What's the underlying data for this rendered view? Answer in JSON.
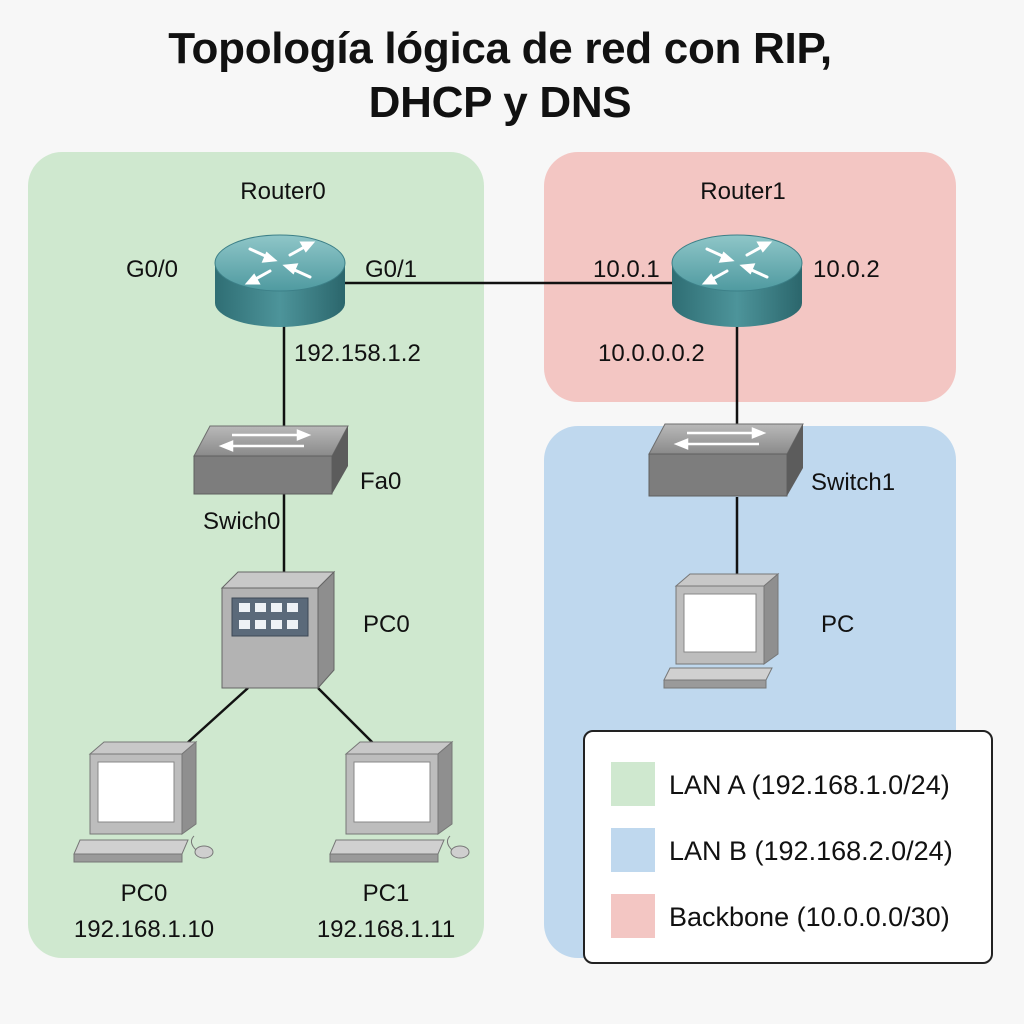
{
  "title": {
    "line1": "Topología lógica de red con RIP,",
    "line2": "DHCP y DNS"
  },
  "colors": {
    "lan_a": "#cfe8cf",
    "lan_b": "#bfd8ee",
    "backbone": "#f3c6c3"
  },
  "router0": {
    "name": "Router0",
    "port_left": "G0/0",
    "port_right": "G0/1",
    "ip_down": "192.158.1.2"
  },
  "router1": {
    "name": "Router1",
    "ip_left": "10.0.1",
    "ip_right": "10.0.2",
    "ip_down": "10.0.0.0.2"
  },
  "switch0": {
    "name": "Swich0",
    "port": "Fa0"
  },
  "switch1": {
    "name": "Switch1"
  },
  "server0": {
    "name": "PC0"
  },
  "pc_b": {
    "name": "PC"
  },
  "pc0": {
    "name": "PC0",
    "ip": "192.168.1.10"
  },
  "pc1": {
    "name": "PC1",
    "ip": "192.168.1.11"
  },
  "legend": {
    "items": [
      {
        "label": "LAN A (192.168.1.0/24)",
        "color": "#cfe8cf"
      },
      {
        "label": "LAN B (192.168.2.0/24)",
        "color": "#bfd8ee"
      },
      {
        "label": "Backbone (10.0.0.0/30)",
        "color": "#f3c6c3"
      }
    ]
  }
}
